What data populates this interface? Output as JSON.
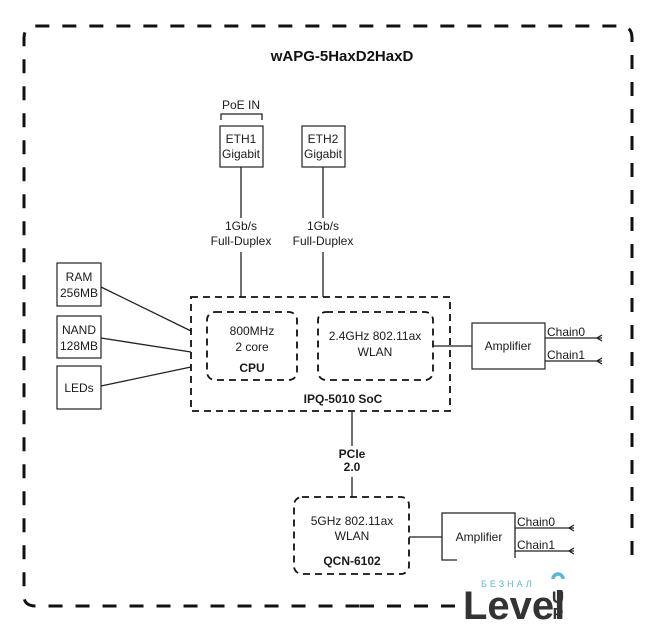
{
  "title": "wAPG-5HaxD2HaxD",
  "ports": [
    {
      "id": "eth1",
      "line1": "ETH1",
      "line2": "Gigabit",
      "bracket_label": "PoE IN",
      "link_line1": "1Gb/s",
      "link_line2": "Full-Duplex"
    },
    {
      "id": "eth2",
      "line1": "ETH2",
      "line2": "Gigabit",
      "link_line1": "1Gb/s",
      "link_line2": "Full-Duplex"
    }
  ],
  "peripherals": [
    {
      "id": "ram",
      "line1": "RAM",
      "line2": "256MB"
    },
    {
      "id": "nand",
      "line1": "NAND",
      "line2": "128MB"
    },
    {
      "id": "leds",
      "line1": "LEDs",
      "line2": ""
    }
  ],
  "soc": {
    "label": "IPQ-5010 SoC",
    "cpu": {
      "line1": "800MHz",
      "line2": "2 core",
      "label": "CPU"
    },
    "wlan": {
      "line1": "2.4GHz 802.11ax",
      "line2": "WLAN"
    }
  },
  "amplifier_top": {
    "label": "Amplifier",
    "chains": [
      "Chain0",
      "Chain1"
    ]
  },
  "bus": {
    "line1": "PCIe",
    "line2": "2.0"
  },
  "qcn": {
    "line1": "5GHz 802.11ax",
    "line2": "WLAN",
    "label": "QCN-6102"
  },
  "amplifier_bottom": {
    "label": "Amplifier",
    "chains": [
      "Chain0",
      "Chain1"
    ]
  },
  "watermark": {
    "sub": "БЕЗНАЛ",
    "main": "Level",
    "up_letters": "UP",
    "accent_color": "#5ab8d6",
    "text_color": "#333333"
  }
}
